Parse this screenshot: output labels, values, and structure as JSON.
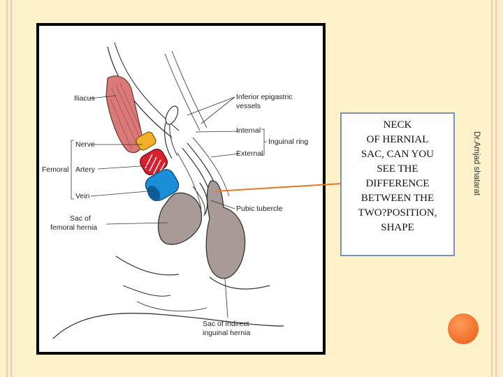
{
  "figure_labels": {
    "iliacus": "Iliacus",
    "inferior_epigastric_line1": "Inferior epigastric",
    "inferior_epigastric_line2": "vessels",
    "internal": "Internal",
    "inguinal_ring": "Inguinal ring",
    "external": "External",
    "nerve": "Nerve",
    "femoral": "Femoral",
    "artery": "Artery",
    "vein": "Vein",
    "pubic_tubercle": "Pubic tubercle",
    "sac_femoral_line1": "Sac of",
    "sac_femoral_line2": "femoral hernia",
    "sac_indirect_line1": "Sac of indirect",
    "sac_indirect_line2": "inguinal hernia"
  },
  "callout": {
    "line1": "NECK",
    "line2": "OF HERNIAL",
    "line3": "SAC, CAN YOU",
    "line4": "SEE THE",
    "line5": "DIFFERENCE",
    "line6": "BETWEEN THE",
    "line7": "TWO?POSITION,",
    "line8": "SHAPE"
  },
  "author": "Dr.Amjad shatarat",
  "colors": {
    "background": "#fdf1c9",
    "border_stripes": "#f3c8b4",
    "callout_border": "#7a92b4",
    "pointer_line": "#e07a2a",
    "decor_circle": "#e65a10",
    "nerve": "#f2b02a",
    "artery": "#d8202e",
    "vein": "#1a8fd8",
    "muscle": "#d97a78",
    "hernia_sac": "#a89a96"
  }
}
